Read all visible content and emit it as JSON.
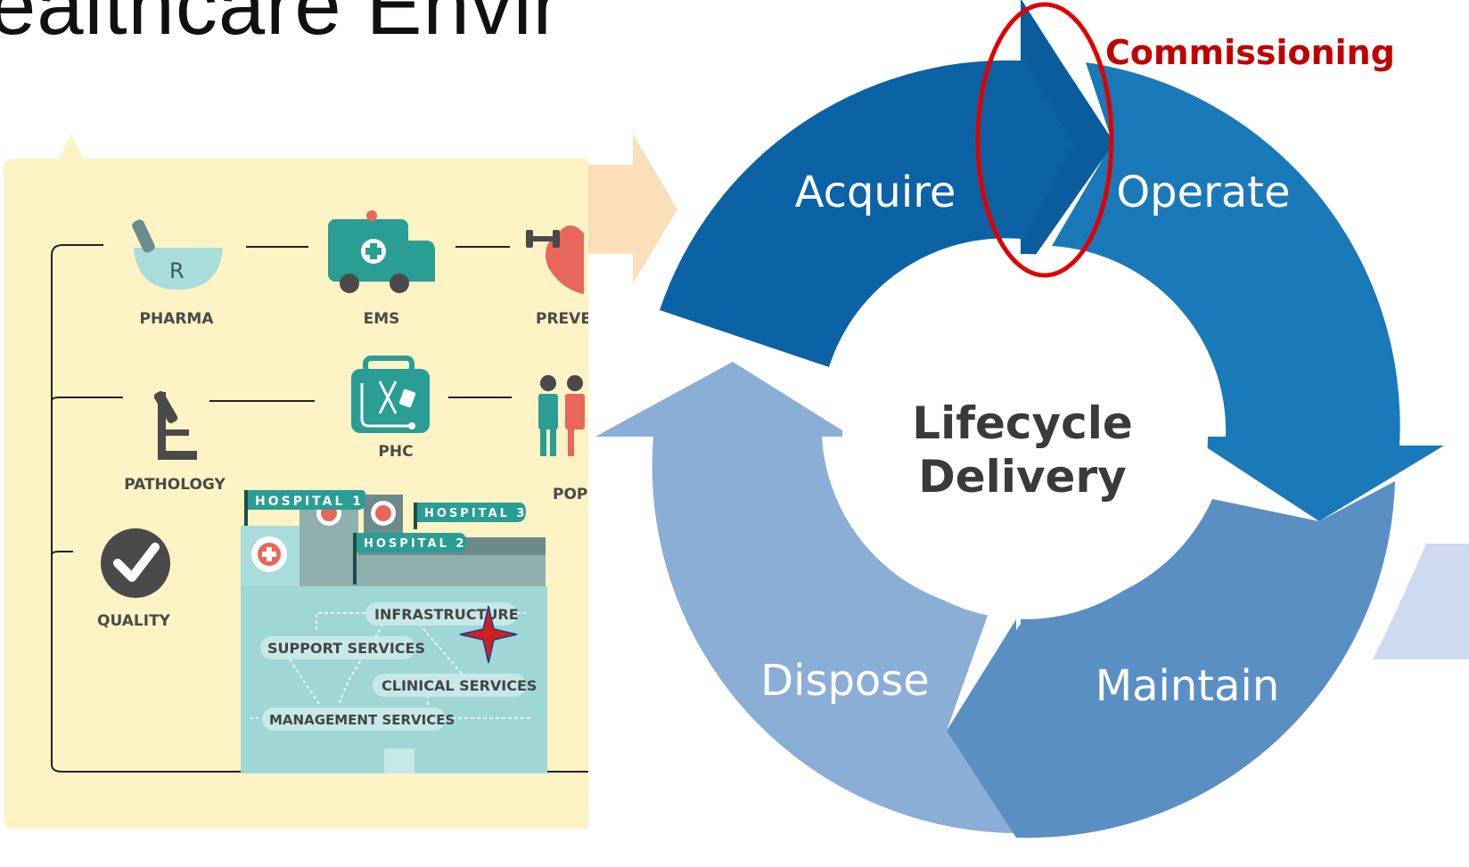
{
  "slide": {
    "title_fragment": "ealthcare Enviro"
  },
  "ecosystem": {
    "nodes": {
      "pharma": "PHARMA",
      "ems": "EMS",
      "prevention": "PREVE",
      "pathology": "PATHOLOGY",
      "phc": "PHC",
      "population": "POP",
      "quality": "QUALITY"
    },
    "hospitals": {
      "h1": "HOSPITAL  1",
      "h2": "HOSPITAL  2",
      "h3": "HOSPITAL  3"
    },
    "services": {
      "infrastructure": "INFRASTRUCTURE",
      "support": "SUPPORT SERVICES",
      "clinical": "CLINICAL SERVICES",
      "management": "MANAGEMENT SERVICES"
    },
    "colors": {
      "panel_bg": "#fdf3c4",
      "teal": "#2a9d94",
      "hospital_light": "#9fd6d6",
      "dark_icon": "#4a4a4a",
      "red_cross": "#e8665a"
    }
  },
  "lifecycle": {
    "center_line1": "Lifecycle",
    "center_line2": "Delivery",
    "stages": {
      "acquire": "Acquire",
      "operate": "Operate",
      "maintain": "Maintain",
      "dispose": "Dispose"
    },
    "callout": "Commissioning",
    "colors": {
      "acquire": "#0b62a4",
      "operate": "#1a79b8",
      "maintain": "#5a8fc4",
      "dispose": "#8aaed6",
      "callout": "#c00000"
    }
  }
}
